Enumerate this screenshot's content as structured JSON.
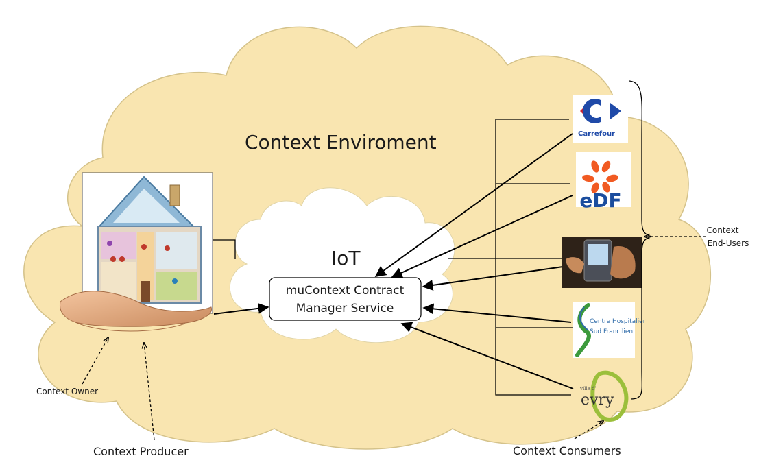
{
  "title": "Context Enviroment",
  "iot_label": "IoT",
  "service": {
    "line1": "muContext Contract",
    "line2": "Manager Service"
  },
  "labels": {
    "context_owner": "Context Owner",
    "context_producer": "Context Producer",
    "context_consumers": "Context Consumers",
    "end_users_line1": "Context",
    "end_users_line2": "End-Users"
  },
  "logos": {
    "carrefour": "Carrefour",
    "edf": "eDF",
    "hospital_line1": "Centre Hospitalier",
    "hospital_line2": "Sud Francilien",
    "evry_small": "ville d'",
    "evry": "evry"
  },
  "colors": {
    "cloud_fill": "#f9e5b0",
    "iot_cloud_fill": "#ffffff",
    "arrow": "#000000",
    "carrefour_blue": "#1f4aa8",
    "carrefour_red": "#d0202e",
    "edf_orange": "#f15a22",
    "edf_blue": "#1b4d9e",
    "hospital_green": "#3c9a3c",
    "hospital_blue": "#2d6aa8",
    "evry_green": "#9bbf3b"
  }
}
